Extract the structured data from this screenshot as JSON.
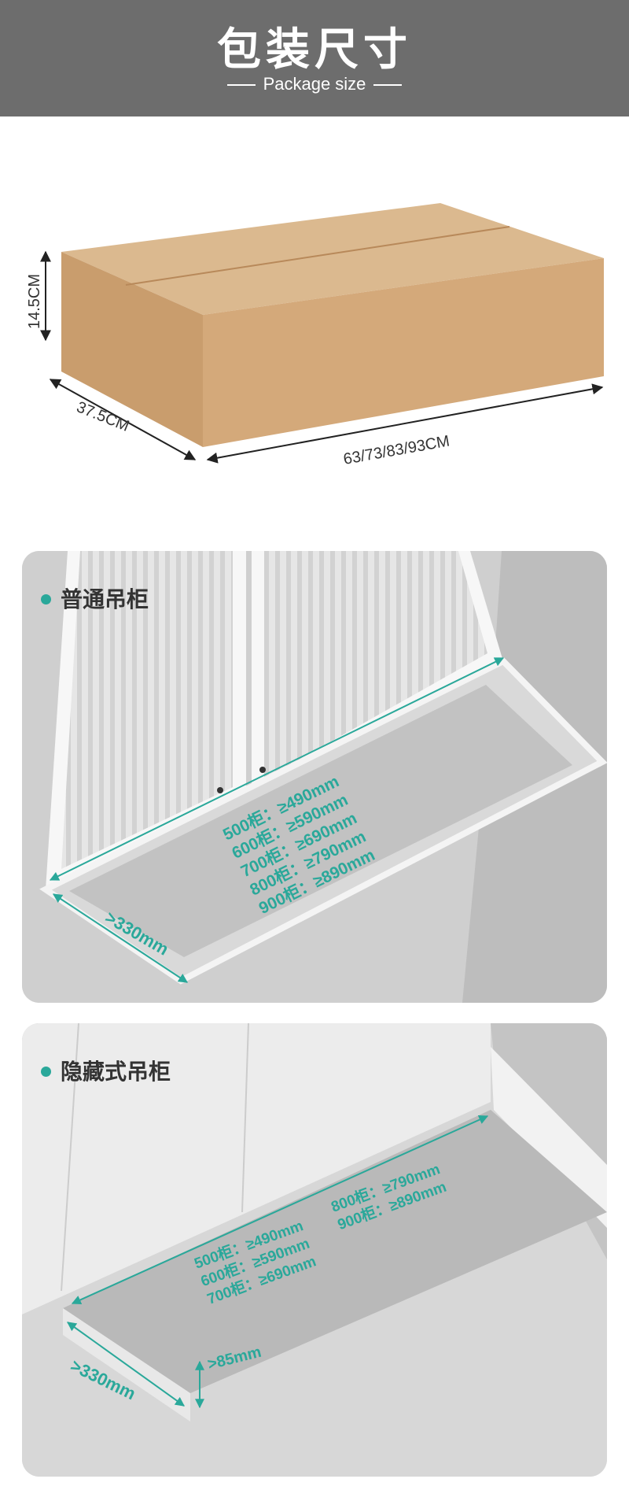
{
  "header": {
    "title": "包装尺寸",
    "subtitle": "Package size",
    "bg": "#6d6d6d"
  },
  "package": {
    "height": "14.5CM",
    "depth": "37.5CM",
    "width": "63/73/83/93CM",
    "box_color": "#d8b186"
  },
  "accent": "#2aa89a",
  "panels": [
    {
      "label": "普通吊柜",
      "lines": [
        "500柜：≥490mm",
        "600柜：≥590mm",
        "700柜：≥690mm",
        "800柜：≥790mm",
        "900柜：≥890mm"
      ],
      "depth": ">330mm"
    },
    {
      "label": "隐藏式吊柜",
      "lines_a": [
        "500柜：≥490mm",
        "600柜：≥590mm",
        "700柜：≥690mm"
      ],
      "lines_b": [
        "800柜：≥790mm",
        "900柜：≥890mm"
      ],
      "depth": ">330mm",
      "height": ">85mm"
    }
  ]
}
